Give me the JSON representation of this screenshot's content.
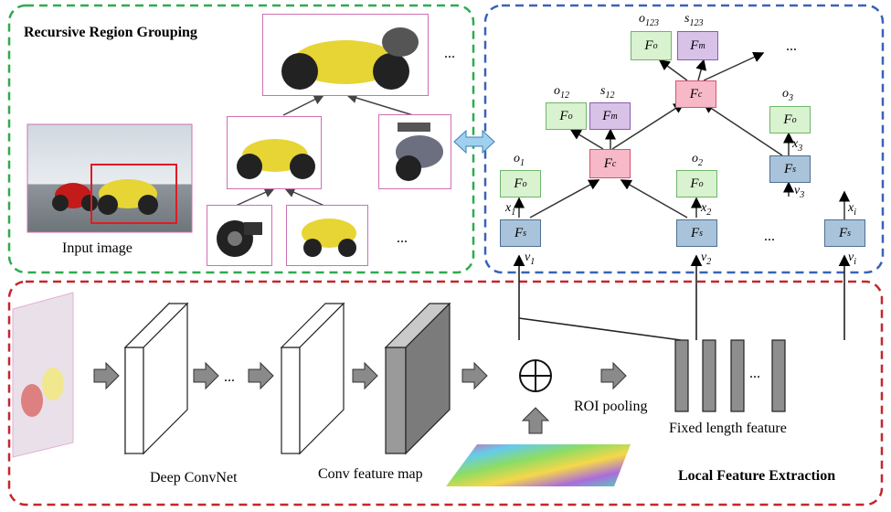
{
  "panels": {
    "grouping_title": "Recursive Region Grouping",
    "extraction_title": "Local Feature Extraction"
  },
  "captions": {
    "input_image": "Input image",
    "deep_convnet": "Deep ConvNet",
    "conv_feature_map": "Conv feature map",
    "roi_pooling": "ROI pooling",
    "fixed_length_feature": "Fixed length feature"
  },
  "ellipsis": "...",
  "nodes": {
    "fo": "F",
    "fo_sub": "o",
    "fm": "F",
    "fm_sub": "m",
    "fc": "F",
    "fc_sub": "c",
    "fs": "F",
    "fs_sub": "s"
  },
  "labels": {
    "o123": {
      "base": "o",
      "sub": "123"
    },
    "s123": {
      "base": "s",
      "sub": "123"
    },
    "o12": {
      "base": "o",
      "sub": "12"
    },
    "s12": {
      "base": "s",
      "sub": "12"
    },
    "o3": {
      "base": "o",
      "sub": "3"
    },
    "o1": {
      "base": "o",
      "sub": "1"
    },
    "o2": {
      "base": "o",
      "sub": "2"
    },
    "x1": {
      "base": "x",
      "sub": "1"
    },
    "x2": {
      "base": "x",
      "sub": "2"
    },
    "x3": {
      "base": "x",
      "sub": "3"
    },
    "xi": {
      "base": "x",
      "sub": "i"
    },
    "v1": {
      "base": "v",
      "sub": "1"
    },
    "v2": {
      "base": "v",
      "sub": "2"
    },
    "v3": {
      "base": "v",
      "sub": "3"
    },
    "vi": {
      "base": "v",
      "sub": "i"
    }
  },
  "colors": {
    "grouping_border": "#2eab4f",
    "tree_border": "#3a62b8",
    "extraction_border": "#c4262e",
    "thumb_border": "#cf6fb2",
    "bbox": "#e01b24"
  },
  "icons": [
    "motorcycle-image-icon",
    "double-arrow-icon",
    "plus-circle-icon",
    "right-arrow-icon",
    "up-arrow-icon"
  ]
}
